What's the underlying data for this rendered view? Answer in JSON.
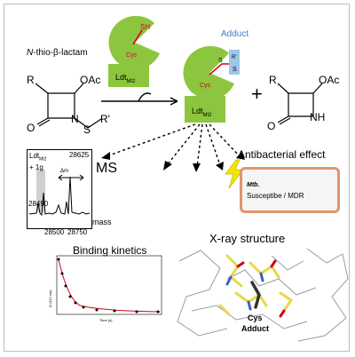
{
  "reactant": {
    "label_prefix": "N",
    "label_rest": "-thio-β-lactam"
  },
  "atoms": {
    "R": "R",
    "OAc": "OAc",
    "O": "O",
    "N": "N",
    "S": "S",
    "Rprime": "R'",
    "NH": "NH"
  },
  "enzyme": {
    "name": "Ldt",
    "subscript": "Mt2"
  },
  "enzyme_sh": "SH",
  "enzyme_cys": "Cys",
  "adduct": {
    "label": "Adduct",
    "r": "R'",
    "s": "S",
    "s2": "S"
  },
  "product": {
    "plus": "+"
  },
  "ms": {
    "title": "MS",
    "ldt": "Ldt",
    "ldt_sub": "Mt2",
    "plus_1g": "+ 1g",
    "peak_high": "28625",
    "peak_low": "28490",
    "delta": "Δm",
    "x_ticks": [
      "28500",
      "28750"
    ],
    "x_label": "mass"
  },
  "antibacterial": {
    "title": "Antibacterial effect",
    "mtb": "Mtb.",
    "strains": "Susceptibe / MDR"
  },
  "kinetics": {
    "title": "Binding kinetics",
    "y_label": "A (412 nm)",
    "x_label": "Time (s)"
  },
  "xray": {
    "title": "X-ray structure",
    "cys": "Cys",
    "adduct": "Adduct"
  },
  "colors": {
    "enzyme_green": "#8cc63f",
    "adduct_blue": "#3f7fc8",
    "box_fill": "#f5f5f5",
    "box_border": "#e0956a",
    "lightning": "#f2e600",
    "red": "#d0021b"
  }
}
